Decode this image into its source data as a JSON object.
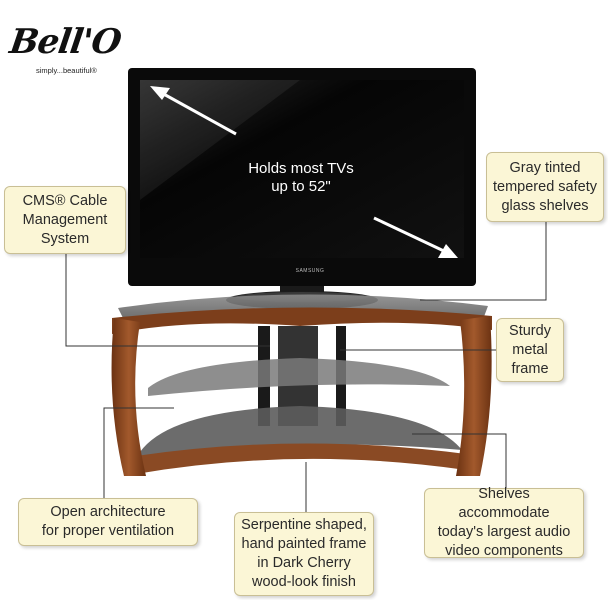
{
  "logo": {
    "mark": "Bell'O",
    "tagline": "simply...beautiful®"
  },
  "tv": {
    "headline_line1": "Holds most TVs",
    "headline_line2": "up to 52\"",
    "brand": "SAMSUNG"
  },
  "callouts": {
    "glass": [
      "Gray tinted",
      "tempered safety",
      "glass shelves"
    ],
    "cms": [
      "CMS® Cable",
      "Management",
      "System"
    ],
    "metal": [
      "Sturdy",
      "metal",
      "frame"
    ],
    "open": [
      "Open architecture",
      "for proper ventilation"
    ],
    "serpentine": [
      "Serpentine shaped,",
      "hand painted frame",
      "in Dark Cherry",
      "wood-look finish"
    ],
    "shelves": [
      "Shelves accommodate",
      "today's largest audio",
      "video components"
    ]
  },
  "colors": {
    "callout_bg": "#fbf6d6",
    "callout_border": "#c9bf95",
    "wood": "#8a4a24",
    "glass": "#6e6e6e",
    "tv_frame": "#0a0a0a"
  }
}
